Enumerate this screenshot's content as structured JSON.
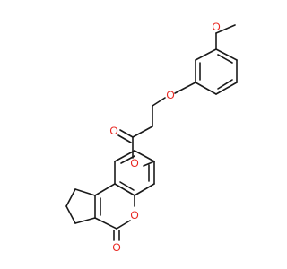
{
  "molecule": {
    "atom_labels": {
      "methoxy_oxygen": "O",
      "ether_oxygen": "O",
      "carbonyl_oxygen_ester": "O",
      "ester_oxygen": "O",
      "ring_oxygen": "O",
      "lactone_carbonyl_oxygen": "O"
    },
    "colors": {
      "bond": "#1a1a1a",
      "oxygen": "#e8251f",
      "background": "#ffffff"
    }
  }
}
